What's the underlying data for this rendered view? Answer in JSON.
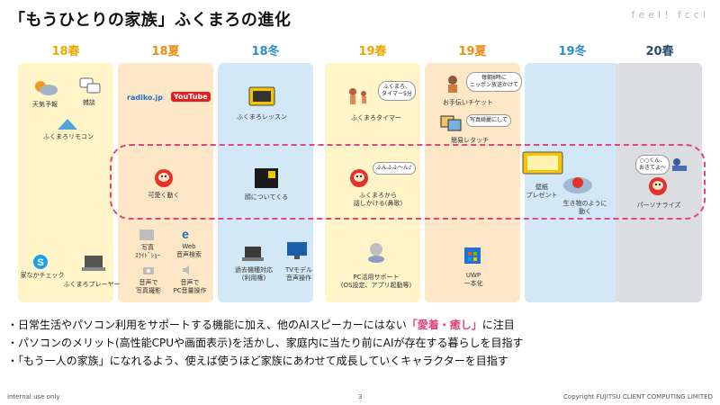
{
  "header": {
    "title": "「もうひとりの家族」ふくまろの進化",
    "brand": "feel！fccl"
  },
  "columns": [
    {
      "label": "18春",
      "bg": "#fff5c8",
      "fg": "#f0a800"
    },
    {
      "label": "18夏",
      "bg": "#fde7c6",
      "fg": "#ee8d10"
    },
    {
      "label": "18冬",
      "bg": "#d3e8f6",
      "fg": "#2f8ed0"
    },
    {
      "label": "19春",
      "bg": "#fff5c8",
      "fg": "#f0a800"
    },
    {
      "label": "19夏",
      "bg": "#fde7c6",
      "fg": "#ee8d10"
    },
    {
      "label": "19冬",
      "bg": "#d3e8f6",
      "fg": "#2f8ed0"
    },
    {
      "label": "20春",
      "bg": "#dcdde0",
      "fg": "#2b4a73"
    }
  ],
  "features": {
    "weather": "天気予報",
    "chat": "雑談",
    "remote": "ふくまろリモコン",
    "home_check": "家なかチェック",
    "player": "ふくまろプレーヤー",
    "radiko": "radiko.jp",
    "youtube": "YouTube",
    "cute": "可愛く動く",
    "photo_slide": "写真\nｽﾗｲﾄﾞｼｮｰ",
    "web_voice": "Web\n音声検索",
    "voice_photo": "音声で\n写真撮影",
    "pc_volume": "音声で\nPC音量操作",
    "lesson": "ふくまろレッスン",
    "face": "顔についてくる",
    "old_models": "過去機種対応\n(利用権)",
    "tv_voice": "TVモデル\n音声操作",
    "timer": "ふくまろタイマー",
    "talk": "ふくまろから\n話しかける(鼻歌)",
    "pc_support": "PC活用サポート\n(OS設定、アプリ起動等)",
    "help_ticket": "お手伝いチケット",
    "photo_letter": "簡易レタッチ",
    "uwp": "UWP\n一本化",
    "wallpaper": "壁紙\nプレゼント",
    "alive": "生き物のように\n動く",
    "personalize": "パーソナライズ"
  },
  "bubbles": {
    "timer": "ふくまろ、\nタイマー5分",
    "news": "毎朝8時に\nニッポン放送かけて",
    "photo": "写真綺麗にして",
    "hum": "ふんふふ～ん♪",
    "personal": "○○くん、\nおきてよ～"
  },
  "bullets": [
    {
      "pre": "・日常生活やパソコン利用をサポートする機能に加え、他のAIスピーカーにはない",
      "em": "「愛着・癒し」",
      "post": "に注目"
    },
    {
      "pre": "・パソコンのメリット(高性能CPUや画面表示)を活かし、家庭内に当たり前にAIが存在する暮らしを目指す",
      "em": "",
      "post": ""
    },
    {
      "pre": "・「もう一人の家族」になれるよう、使えば使うほど家族にあわせて成長していくキャラクターを目指す",
      "em": "",
      "post": ""
    }
  ],
  "footer": {
    "left": "internal use only",
    "page": "3",
    "right": "Copyright FUJITSU CLIENT COMPUTING LIMITED"
  },
  "colors": {
    "highlight": "#e2467e",
    "dashed_border": "#e2467e"
  }
}
